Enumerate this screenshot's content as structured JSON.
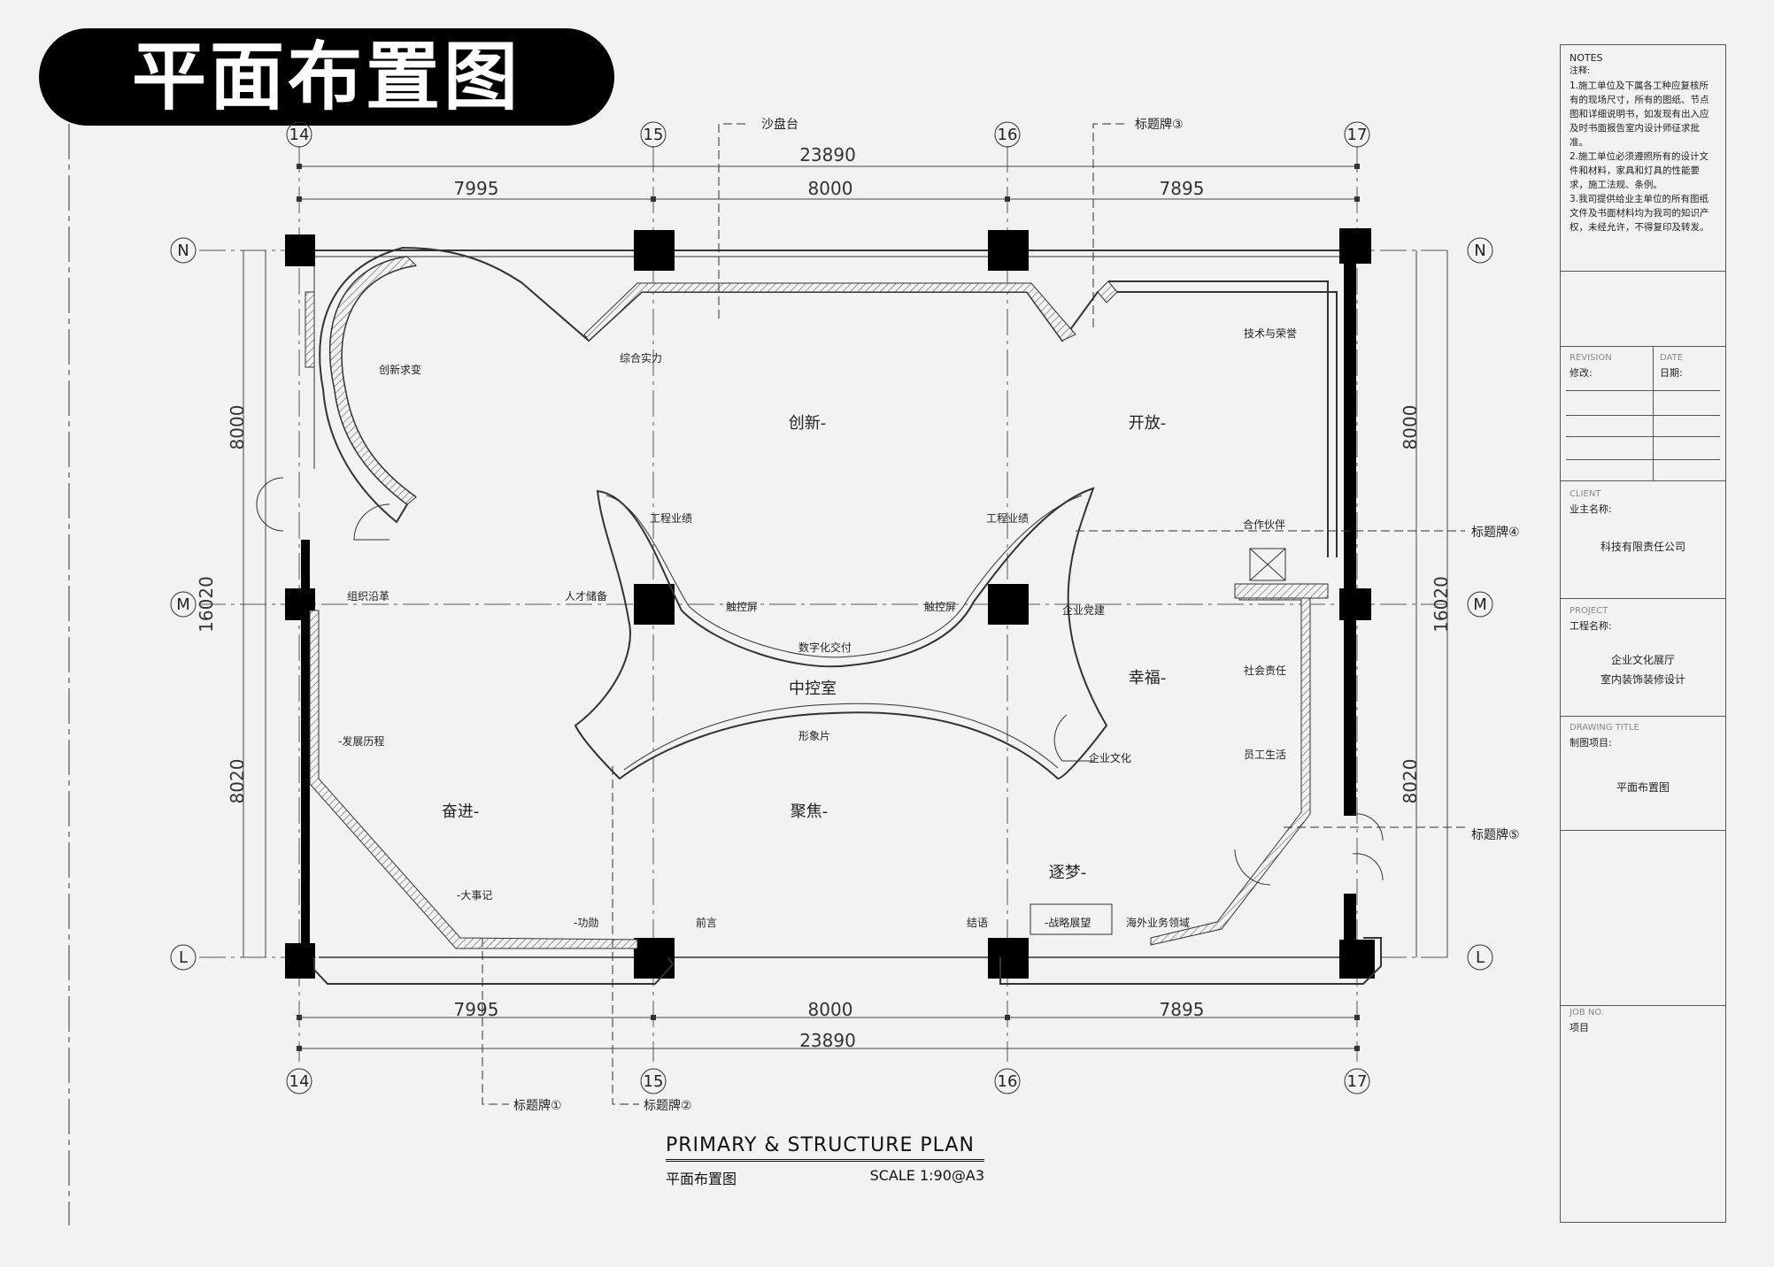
{
  "banner": {
    "title": "平面布置图"
  },
  "grid": {
    "columns": [
      "14",
      "15",
      "16",
      "17"
    ],
    "rows": [
      "N",
      "M",
      "L"
    ]
  },
  "dimensions": {
    "total": "23890",
    "spans": [
      "7995",
      "8000",
      "7895"
    ],
    "vertical_total": "16020",
    "vertical_spans": [
      "8000",
      "8020"
    ]
  },
  "callouts": {
    "sand_table": "沙盘台",
    "sign3": "标题牌③",
    "sign4": "标题牌④",
    "sign5": "标题牌⑤",
    "sign1": "标题牌①",
    "sign2": "标题牌②"
  },
  "zones": {
    "innovation": "创新-",
    "open": "开放-",
    "happiness": "幸福-",
    "control_room": "中控室",
    "focus": "聚焦-",
    "strive": "奋进-",
    "dream": "逐梦-"
  },
  "labels": {
    "innovation_change": "创新求变",
    "strength": "综合实力",
    "tech_honor": "技术与荣誉",
    "engineering_left": "工程业绩",
    "engineering_right": "工程业绩",
    "partners": "合作伙伴",
    "org_history": "组织沿革",
    "talent": "人才储备",
    "touch_left": "触控屏",
    "touch_right": "触控屏",
    "party": "企业党建",
    "digital": "数字化交付",
    "social": "社会责任",
    "image_film": "形象片",
    "culture": "企业文化",
    "staff": "员工生活",
    "development": "-发展历程",
    "milestones": "-大事记",
    "merit": "-功勋",
    "preface": "前言",
    "epilogue": "结语",
    "strategy": "-战略展望",
    "overseas": "海外业务领域"
  },
  "title_block": {
    "notes_label": "NOTES",
    "notes_cn": "注释:",
    "notes_body": "1.施工单位及下属各工种应复核所有的现场尺寸，所有的图纸、节点图和详细说明书，如发现有出入应及时书面报告室内设计师征求批准。\n2.施工单位必须遵照所有的设计文件和材料，家具和灯具的性能要求，施工法规、条例。\n3.我司提供给业主单位的所有图纸文件及书面材料均为我司的知识产权，未经允许，不得复印及转发。",
    "revision_label": "REVISION",
    "revision_cn": "修改:",
    "date_label": "DATE",
    "date_cn": "日期:",
    "client_label": "CLIENT",
    "client_cn": "业主名称:",
    "client_value": "科技有限责任公司",
    "project_label": "PROJECT",
    "project_cn": "工程名称:",
    "project_value_1": "企业文化展厅",
    "project_value_2": "室内装饰装修设计",
    "drawing_label": "DRAWING TITLE",
    "drawing_cn": "制图项目:",
    "drawing_value": "平面布置图",
    "job_label": "JOB NO.",
    "job_cn": "项目"
  },
  "bottom_title": {
    "en": "PRIMARY & STRUCTURE PLAN",
    "cn": "平面布置图",
    "scale": "SCALE 1:90@A3"
  }
}
